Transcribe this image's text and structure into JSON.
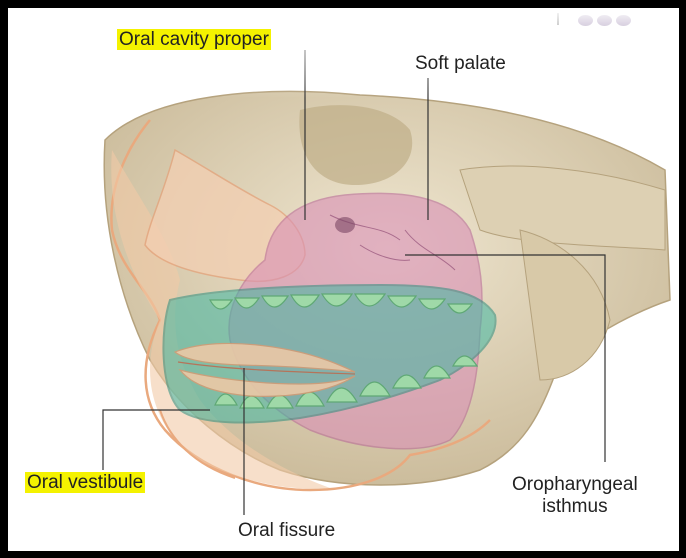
{
  "labels": {
    "oral_cavity_proper": "Oral cavity proper",
    "soft_palate": "Soft palate",
    "oral_vestibule": "Oral vestibule",
    "oral_fissure": "Oral fissure",
    "oropharyngeal_isthmus_line1": "Oropharyngeal",
    "oropharyngeal_isthmus_line2": "isthmus"
  },
  "colors": {
    "highlight": "#f4f200",
    "skull": "#e7dcc4",
    "skin": "#f2c9a6",
    "oral_cavity": "#d98fb6",
    "vestibule": "#3fb7a3",
    "teeth": "#9fd9a8",
    "menu_dots": "#3b1263"
  },
  "icons": {
    "slide_menu": "three-dots-icon"
  }
}
